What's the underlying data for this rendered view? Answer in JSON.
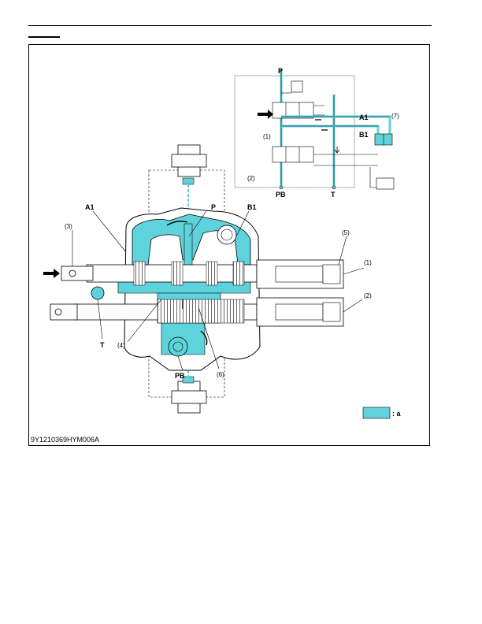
{
  "figure": {
    "code": "9Y1210369HYM006A",
    "legend_label": ": a",
    "colors": {
      "oil": "#5fd3dc",
      "line": "#000000"
    }
  },
  "labels": {
    "P_circuit": "P",
    "A1_circuit": "A1",
    "B1_circuit": "B1",
    "PB_circuit": "PB",
    "T_circuit": "T",
    "n7": "(7)",
    "n1_circuit": "(1)",
    "n2_circuit": "(2)",
    "A1_body": "A1",
    "P_body": "P",
    "B1_body": "B1",
    "n3": "(3)",
    "n5": "(5)",
    "n1_body": "(1)",
    "n2_body": "(2)",
    "T_body": "T",
    "n4": "(4)",
    "PB_body": "PB",
    "n6": "(6)"
  }
}
